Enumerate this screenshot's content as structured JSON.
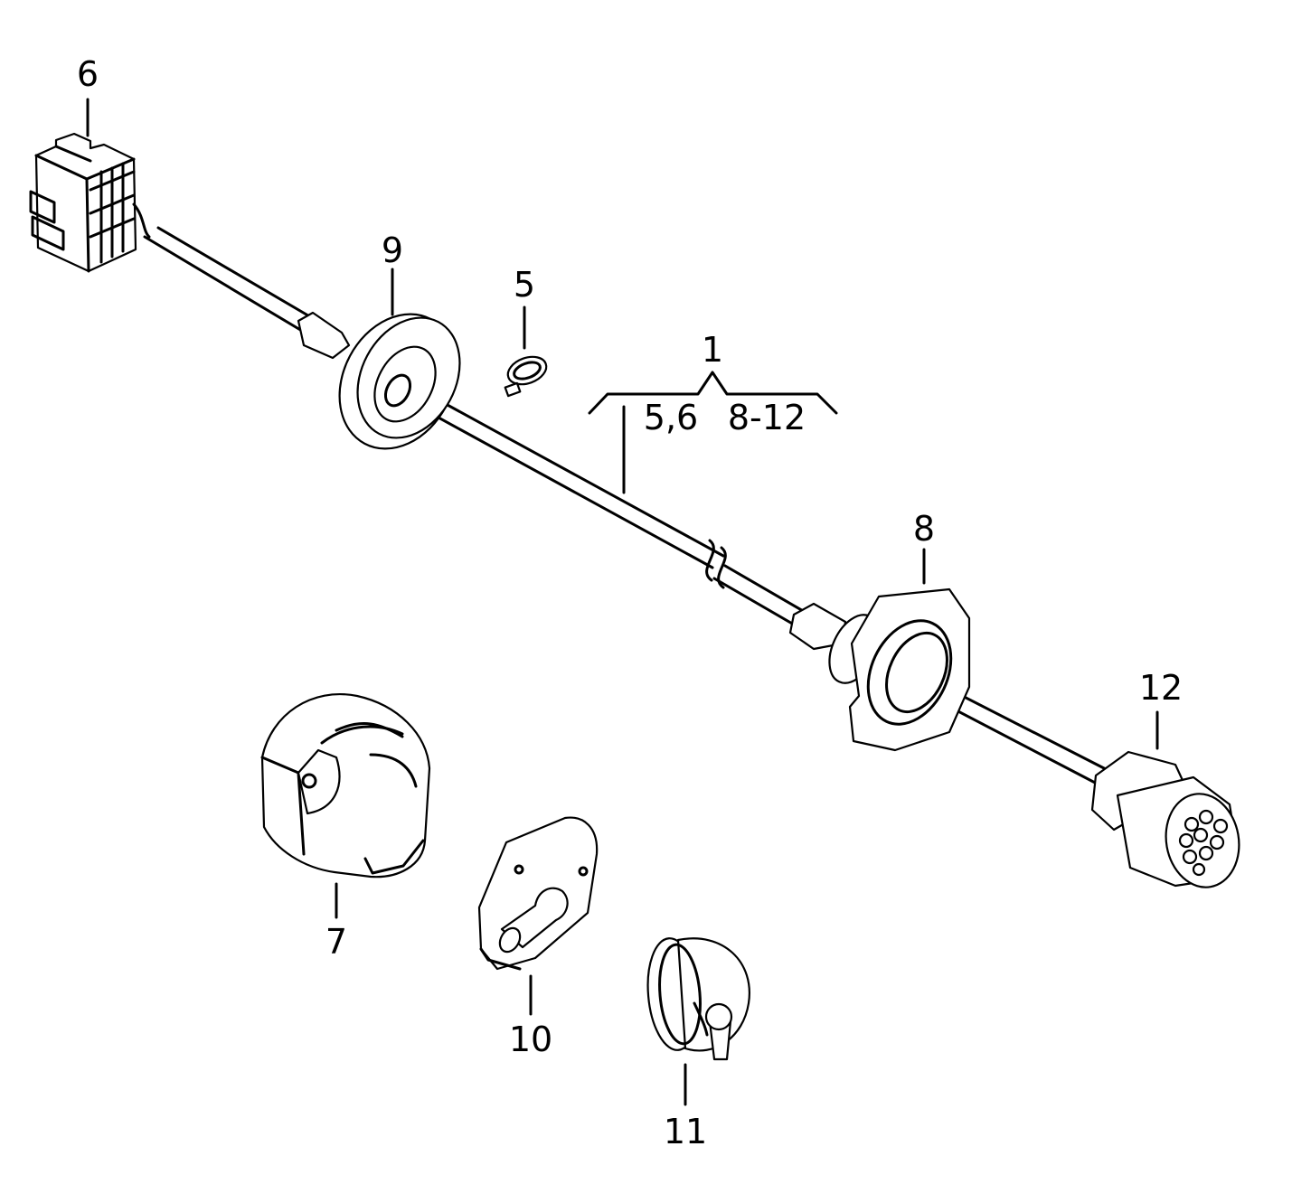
{
  "callouts": {
    "p1": "1",
    "p1_left": "5,6",
    "p1_right": "8-12",
    "p5": "5",
    "p6": "6",
    "p7": "7",
    "p8": "8",
    "p9": "9",
    "p10": "10",
    "p11": "11",
    "p12": "12"
  },
  "icons": {
    "connector_6": "multi-pin-plug-icon",
    "grommet_9": "grommet-icon",
    "clip_5": "hose-clip-icon",
    "grommet_8": "flanged-grommet-icon",
    "socket_12": "round-socket-icon",
    "socket_7": "trailer-socket-icon",
    "gasket_10": "gasket-icon",
    "cap_11": "protective-cap-icon"
  },
  "colors": {
    "line": "#000000",
    "background": "#ffffff"
  }
}
